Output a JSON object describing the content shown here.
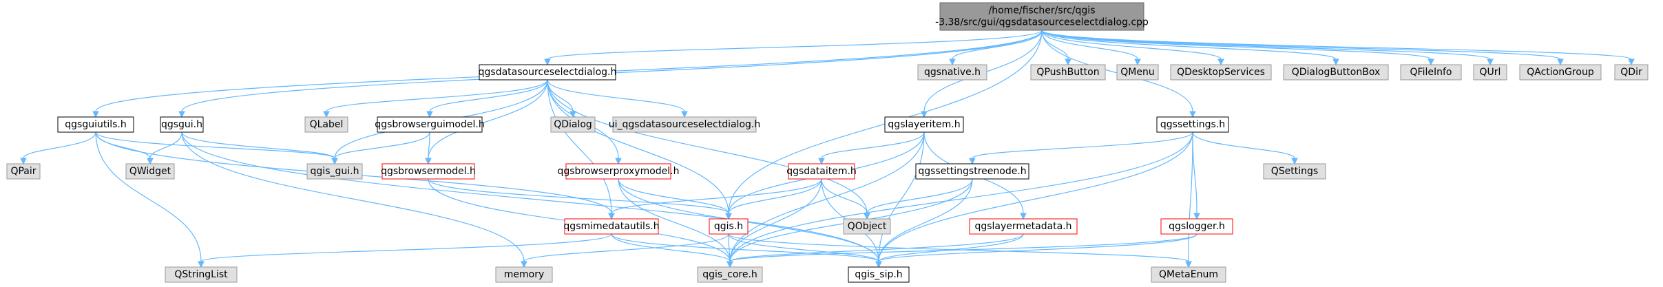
{
  "colors": {
    "root_fill": "#999999",
    "root_border": "#666666",
    "doc_fill": "#ffffff",
    "doc_border": "#000000",
    "red_border": "#ff0000",
    "sys_fill": "#e0e0e0",
    "sys_border": "#999999",
    "edge": "#63b8ff"
  },
  "nodes": [
    {
      "id": "root",
      "kind": "root",
      "lines": [
        "/home/fischer/src/qgis",
        "-3.38/src/gui/qgsdatasourceselectdialog.cpp"
      ]
    },
    {
      "id": "qgsguiutils",
      "kind": "doc",
      "lines": [
        "qgsguiutils.h"
      ]
    },
    {
      "id": "qgsgui",
      "kind": "doc",
      "lines": [
        "qgsgui.h"
      ]
    },
    {
      "id": "qgsdatasourceselectdialog",
      "kind": "doc",
      "lines": [
        "qgsdatasourceselectdialog.h"
      ]
    },
    {
      "id": "qgsnative",
      "kind": "sys",
      "lines": [
        "qgsnative.h"
      ]
    },
    {
      "id": "QPushButton",
      "kind": "sys",
      "lines": [
        "QPushButton"
      ]
    },
    {
      "id": "QMenu",
      "kind": "sys",
      "lines": [
        "QMenu"
      ]
    },
    {
      "id": "QDesktopServices",
      "kind": "sys",
      "lines": [
        "QDesktopServices"
      ]
    },
    {
      "id": "QDialogButtonBox",
      "kind": "sys",
      "lines": [
        "QDialogButtonBox"
      ]
    },
    {
      "id": "QFileInfo",
      "kind": "sys",
      "lines": [
        "QFileInfo"
      ]
    },
    {
      "id": "QUrl",
      "kind": "sys",
      "lines": [
        "QUrl"
      ]
    },
    {
      "id": "QActionGroup",
      "kind": "sys",
      "lines": [
        "QActionGroup"
      ]
    },
    {
      "id": "QDir",
      "kind": "sys",
      "lines": [
        "QDir"
      ]
    },
    {
      "id": "QLabel",
      "kind": "sys",
      "lines": [
        "QLabel"
      ]
    },
    {
      "id": "qgsbrowserguimodel",
      "kind": "doc",
      "lines": [
        "qgsbrowserguimodel.h"
      ]
    },
    {
      "id": "QDialog",
      "kind": "sys",
      "lines": [
        "QDialog"
      ]
    },
    {
      "id": "ui_qgsdatasourceselectdialog",
      "kind": "sys",
      "lines": [
        "ui_qgsdatasourceselectdialog.h"
      ]
    },
    {
      "id": "qgslayeritem",
      "kind": "doc",
      "lines": [
        "qgslayeritem.h"
      ]
    },
    {
      "id": "qgssettings",
      "kind": "doc",
      "lines": [
        "qgssettings.h"
      ]
    },
    {
      "id": "QPair",
      "kind": "sys",
      "lines": [
        "QPair"
      ]
    },
    {
      "id": "QWidget",
      "kind": "sys",
      "lines": [
        "QWidget"
      ]
    },
    {
      "id": "qgis_gui",
      "kind": "sys",
      "lines": [
        "qgis_gui.h"
      ]
    },
    {
      "id": "qgsbrowsermodel",
      "kind": "red",
      "lines": [
        "qgsbrowsermodel.h"
      ]
    },
    {
      "id": "qgsbrowserproxymodel",
      "kind": "red",
      "lines": [
        "qgsbrowserproxymodel.h"
      ]
    },
    {
      "id": "qgsdataitem",
      "kind": "red",
      "lines": [
        "qgsdataitem.h"
      ]
    },
    {
      "id": "qgssettingstreenode",
      "kind": "doc",
      "lines": [
        "qgssettingstreenode.h"
      ]
    },
    {
      "id": "QSettings",
      "kind": "sys",
      "lines": [
        "QSettings"
      ]
    },
    {
      "id": "qgsmimedatautils",
      "kind": "red",
      "lines": [
        "qgsmimedatautils.h"
      ]
    },
    {
      "id": "qgis",
      "kind": "red",
      "lines": [
        "qgis.h"
      ]
    },
    {
      "id": "QObject",
      "kind": "sys",
      "lines": [
        "QObject"
      ]
    },
    {
      "id": "qgslayermetadata",
      "kind": "red",
      "lines": [
        "qgslayermetadata.h"
      ]
    },
    {
      "id": "qgslogger",
      "kind": "red",
      "lines": [
        "qgslogger.h"
      ]
    },
    {
      "id": "QStringList",
      "kind": "sys",
      "lines": [
        "QStringList"
      ]
    },
    {
      "id": "memory",
      "kind": "sys",
      "lines": [
        "memory"
      ]
    },
    {
      "id": "qgis_core",
      "kind": "sys",
      "lines": [
        "qgis_core.h"
      ]
    },
    {
      "id": "qgis_sip",
      "kind": "doc",
      "lines": [
        "qgis_sip.h"
      ]
    },
    {
      "id": "QMetaEnum",
      "kind": "sys",
      "lines": [
        "QMetaEnum"
      ]
    }
  ],
  "edges": [
    [
      "root",
      "qgsguiutils"
    ],
    [
      "root",
      "qgsgui"
    ],
    [
      "root",
      "qgsdatasourceselectdialog"
    ],
    [
      "root",
      "qgsnative"
    ],
    [
      "root",
      "QPushButton"
    ],
    [
      "root",
      "QMenu"
    ],
    [
      "root",
      "QDesktopServices"
    ],
    [
      "root",
      "QDialogButtonBox"
    ],
    [
      "root",
      "QFileInfo"
    ],
    [
      "root",
      "QUrl"
    ],
    [
      "root",
      "QActionGroup"
    ],
    [
      "root",
      "QDir"
    ],
    [
      "root",
      "qgslayeritem"
    ],
    [
      "root",
      "qgssettings"
    ],
    [
      "root",
      "qgis"
    ],
    [
      "qgsguiutils",
      "QPair"
    ],
    [
      "qgsguiutils",
      "QWidget"
    ],
    [
      "qgsguiutils",
      "qgis_gui"
    ],
    [
      "qgsguiutils",
      "QStringList"
    ],
    [
      "qgsguiutils",
      "qgsmimedatautils"
    ],
    [
      "qgsgui",
      "QWidget"
    ],
    [
      "qgsgui",
      "qgis_gui"
    ],
    [
      "qgsgui",
      "memory"
    ],
    [
      "qgsgui",
      "qgis_sip"
    ],
    [
      "qgsdatasourceselectdialog",
      "QLabel"
    ],
    [
      "qgsdatasourceselectdialog",
      "qgsbrowserguimodel"
    ],
    [
      "qgsdatasourceselectdialog",
      "QDialog"
    ],
    [
      "qgsdatasourceselectdialog",
      "ui_qgsdatasourceselectdialog"
    ],
    [
      "qgsdatasourceselectdialog",
      "qgis_gui"
    ],
    [
      "qgsdatasourceselectdialog",
      "qgsbrowsermodel"
    ],
    [
      "qgsdatasourceselectdialog",
      "qgsbrowserproxymodel"
    ],
    [
      "qgsdatasourceselectdialog",
      "qgis"
    ],
    [
      "qgsdatasourceselectdialog",
      "QObject"
    ],
    [
      "qgsdatasourceselectdialog",
      "qgsmimedatautils"
    ],
    [
      "qgsbrowserguimodel",
      "qgsbrowsermodel"
    ],
    [
      "qgsbrowserguimodel",
      "qgis_gui"
    ],
    [
      "qgsbrowsermodel",
      "qgis"
    ],
    [
      "qgsbrowsermodel",
      "qgis_core"
    ],
    [
      "qgsbrowserproxymodel",
      "qgis"
    ],
    [
      "qgsbrowserproxymodel",
      "qgis_core"
    ],
    [
      "qgsbrowserproxymodel",
      "qgis_sip"
    ],
    [
      "qgslayeritem",
      "qgsdataitem"
    ],
    [
      "qgslayeritem",
      "qgslayermetadata"
    ],
    [
      "qgslayeritem",
      "qgis"
    ],
    [
      "qgslayeritem",
      "qgis_core"
    ],
    [
      "qgslayeritem",
      "qgis_sip"
    ],
    [
      "qgsdataitem",
      "qgis"
    ],
    [
      "qgsdataitem",
      "QObject"
    ],
    [
      "qgsdataitem",
      "qgsmimedatautils"
    ],
    [
      "qgsdataitem",
      "qgis_core"
    ],
    [
      "qgsdataitem",
      "qgis_sip"
    ],
    [
      "qgsmimedatautils",
      "QStringList"
    ],
    [
      "qgsmimedatautils",
      "qgis_core"
    ],
    [
      "qgsmimedatautils",
      "qgis_sip"
    ],
    [
      "qgis",
      "memory"
    ],
    [
      "qgis",
      "qgis_core"
    ],
    [
      "qgis",
      "qgis_sip"
    ],
    [
      "qgis",
      "QMetaEnum"
    ],
    [
      "qgssettings",
      "QSettings"
    ],
    [
      "qgssettings",
      "qgssettingstreenode"
    ],
    [
      "qgssettings",
      "qgslogger"
    ],
    [
      "qgssettings",
      "QMetaEnum"
    ],
    [
      "qgssettings",
      "qgis_core"
    ],
    [
      "qgssettings",
      "qgis_sip"
    ],
    [
      "qgssettingstreenode",
      "QObject"
    ],
    [
      "qgssettingstreenode",
      "qgis_core"
    ],
    [
      "qgssettingstreenode",
      "qgis_sip"
    ],
    [
      "qgslayermetadata",
      "qgis_core"
    ],
    [
      "qgslayermetadata",
      "qgis_sip"
    ],
    [
      "qgslogger",
      "qgis_core"
    ],
    [
      "qgslogger",
      "qgis_sip"
    ]
  ]
}
